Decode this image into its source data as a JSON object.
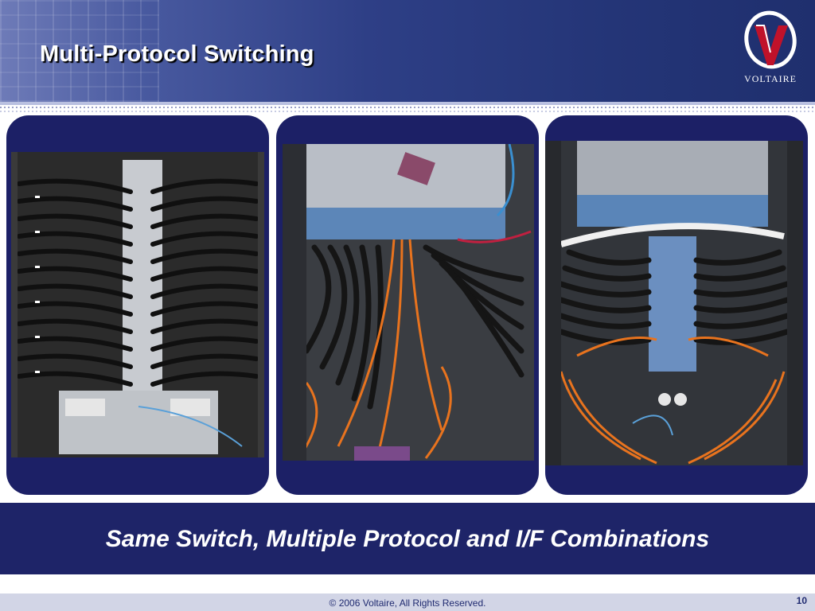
{
  "slide": {
    "title": "Multi-Protocol Switching",
    "caption": "Same Switch, Multiple Protocol and I/F Combinations",
    "footer": "© 2006 Voltaire, All Rights Reserved.",
    "page_number": "10"
  },
  "logo": {
    "text": "VOLTAIRE",
    "icon": "voltaire-v-logo"
  },
  "photos": [
    {
      "name": "switch-photo-1",
      "icon": "rack-photo"
    },
    {
      "name": "switch-photo-2",
      "icon": "rack-photo"
    },
    {
      "name": "switch-photo-3",
      "icon": "rack-photo"
    }
  ],
  "colors": {
    "header_dark": "#1f2f6e",
    "panel": "#1c2066",
    "band": "#1e2468",
    "cable_orange": "#e8731e",
    "cable_black": "#1a1a1a"
  }
}
